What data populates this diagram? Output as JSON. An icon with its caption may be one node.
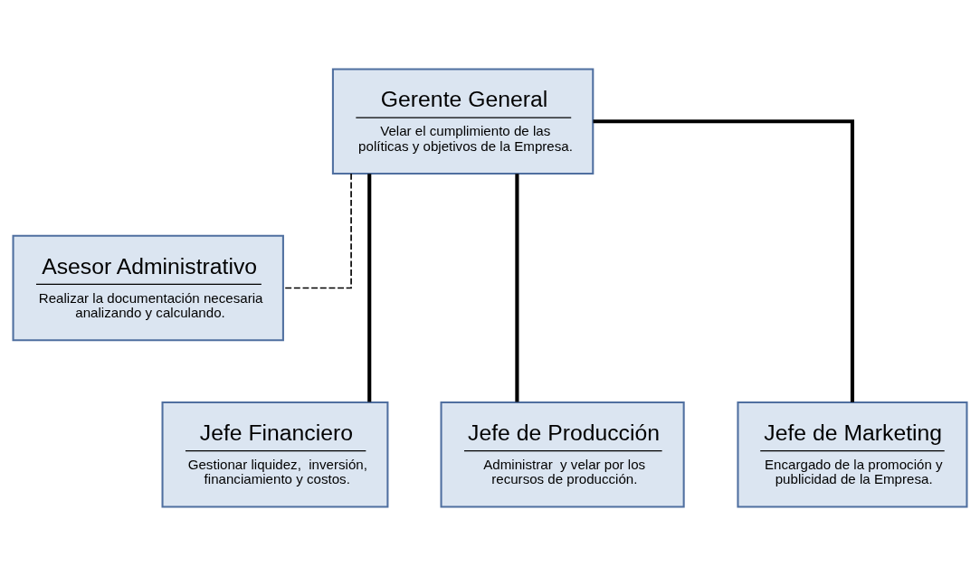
{
  "diagram": {
    "nodes": [
      {
        "text": [
          "Gerente General",
          "Velar el cumplimiento de las políticas y objetivos de la Empresa."
        ]
      },
      {
        "text": [
          "Asesor Administrativo",
          "Realizar la documentación necesaria analizando y calculando."
        ]
      },
      {
        "text": [
          "Jefe Financiero",
          "Gestionar liquidez,  inversión, financiamiento y costos."
        ]
      },
      {
        "text": [
          "Jefe de Producción",
          "Administrar  y velar por los recursos de producción."
        ]
      },
      {
        "text": [
          "Jefe de Marketing",
          "Encargado de la promoción y publicidad de la Empresa."
        ]
      }
    ],
    "edges": [
      {
        "from": 0,
        "to": 1,
        "arrow": "none",
        "style": "dashed"
      },
      {
        "from": 0,
        "to": 2,
        "arrow": "none"
      },
      {
        "from": 0,
        "to": 3,
        "arrow": "none"
      },
      {
        "from": 0,
        "to": 4,
        "arrow": "none"
      }
    ]
  }
}
